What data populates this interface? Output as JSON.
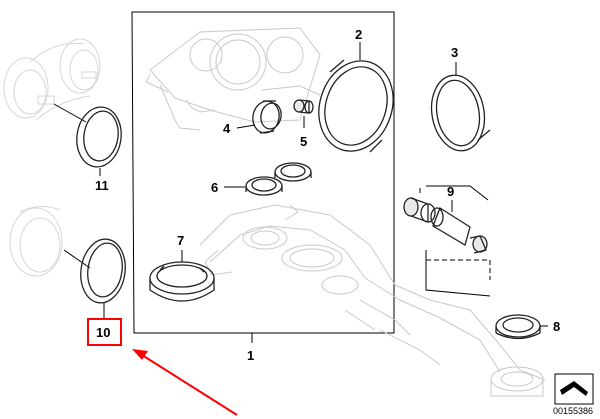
{
  "callouts": {
    "c1": "1",
    "c2": "2",
    "c3": "3",
    "c4": "4",
    "c5": "5",
    "c6": "6",
    "c7": "7",
    "c8": "8",
    "c9": "9",
    "c10": "10",
    "c11": "11"
  },
  "document_id": "00155386",
  "colors": {
    "highlight": "#ff0000",
    "line": "#000000",
    "ghost": "#c9c9c9"
  }
}
